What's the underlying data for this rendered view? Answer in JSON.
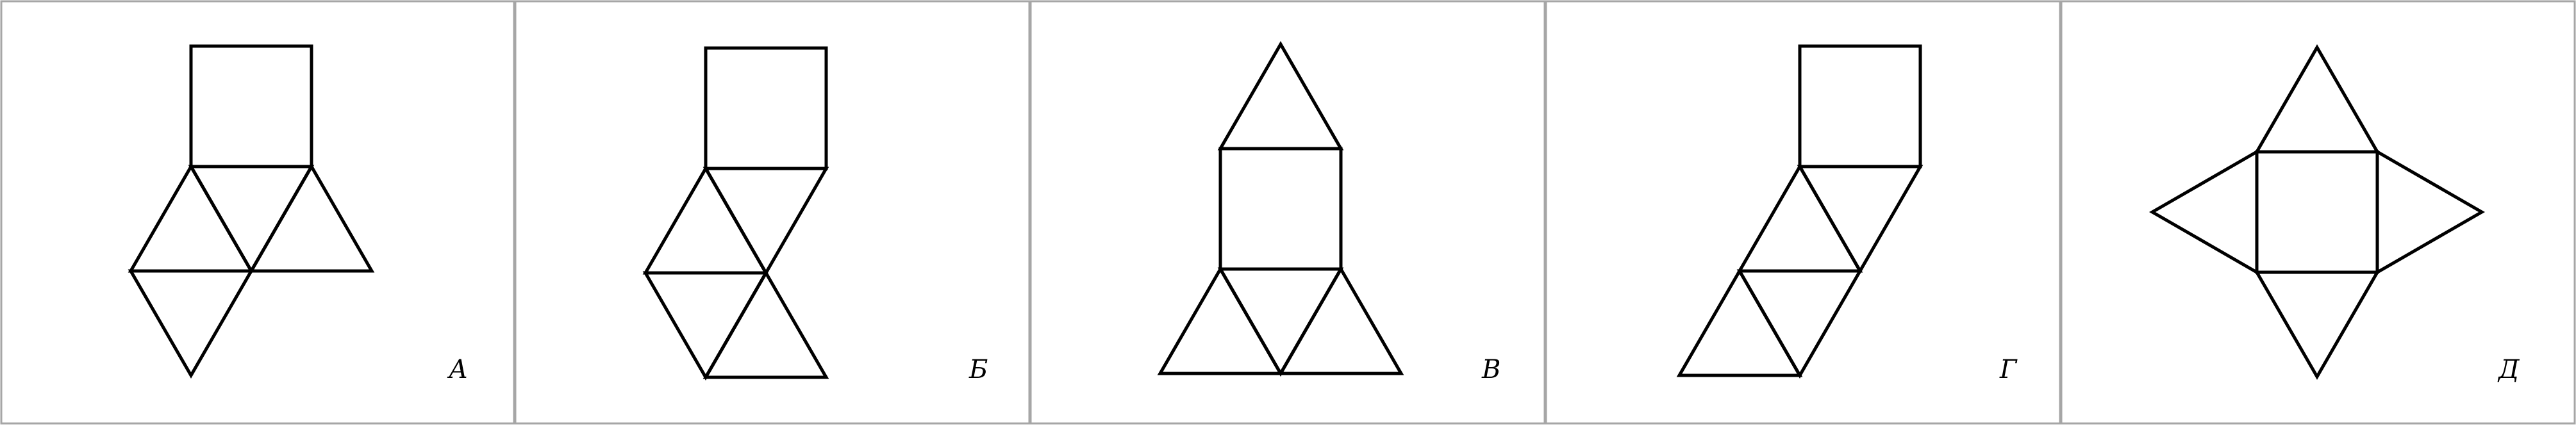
{
  "panels": [
    {
      "label": "А"
    },
    {
      "label": "Б"
    },
    {
      "label": "В"
    },
    {
      "label": "Г"
    },
    {
      "label": "Д"
    }
  ],
  "colors": {
    "line": "#000000",
    "border": "#a6a6a6",
    "background": "#ffffff"
  }
}
